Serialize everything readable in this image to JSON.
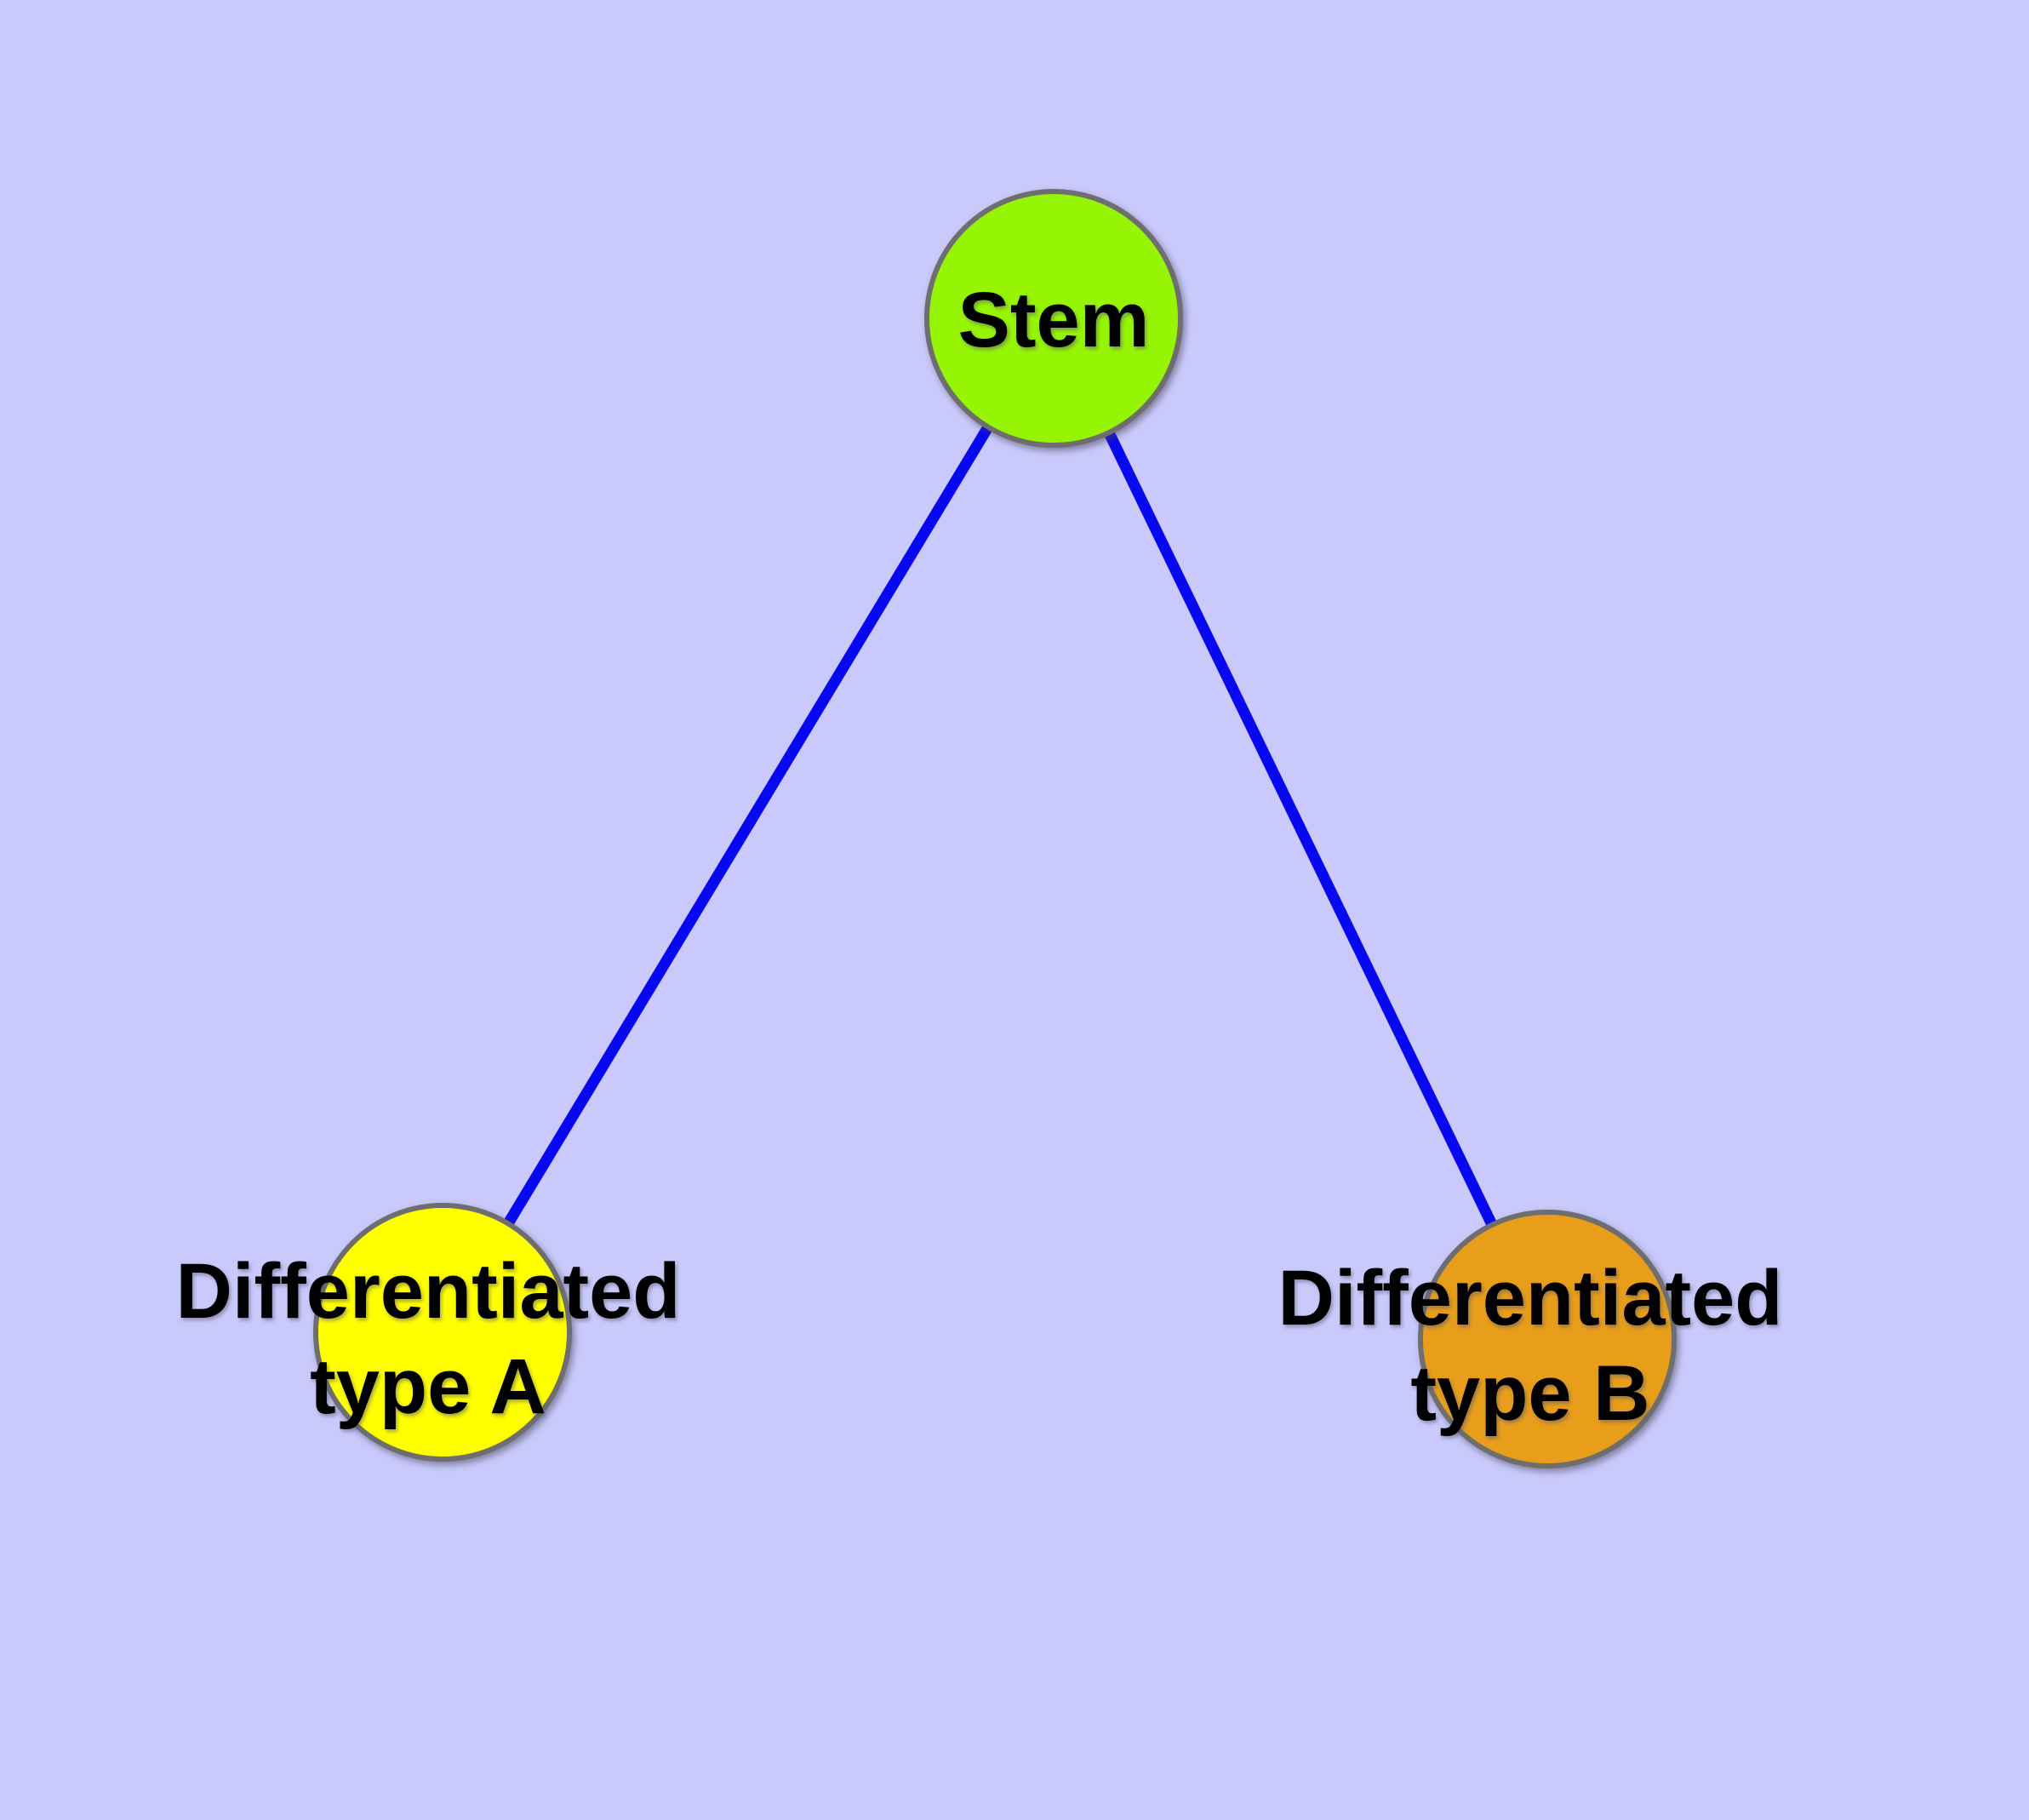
{
  "diagram": {
    "type": "node-link-graph",
    "background_color": "#c9c9fc",
    "edge_color": "#0707f0",
    "node_border_color": "#6e6e6e",
    "label_color": "#000000",
    "nodes": {
      "stem": {
        "label": "Stem",
        "fill": "#96f505"
      },
      "type_a": {
        "label_line1": "Differentiated",
        "label_line2": "type A",
        "fill": "#ffff00"
      },
      "type_b": {
        "label_line1": "Differentiated",
        "label_line2": "type B",
        "fill": "#e89e1a"
      }
    },
    "edges": [
      {
        "from": "Stem",
        "to": "Differentiated type A"
      },
      {
        "from": "Stem",
        "to": "Differentiated type B"
      }
    ]
  }
}
